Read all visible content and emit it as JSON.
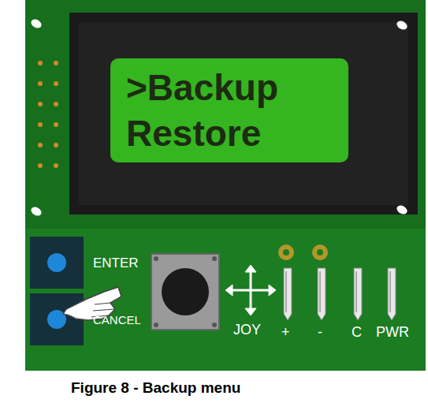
{
  "diagram": {
    "caption": "Figure 8 - Backup menu",
    "nodes": [
      {
        "text": [
          ">Backup",
          "Restore"
        ]
      }
    ],
    "labels": [
      "ENTER",
      "CANCEL",
      "JOY",
      "+",
      "-",
      "C",
      "PWR"
    ]
  }
}
